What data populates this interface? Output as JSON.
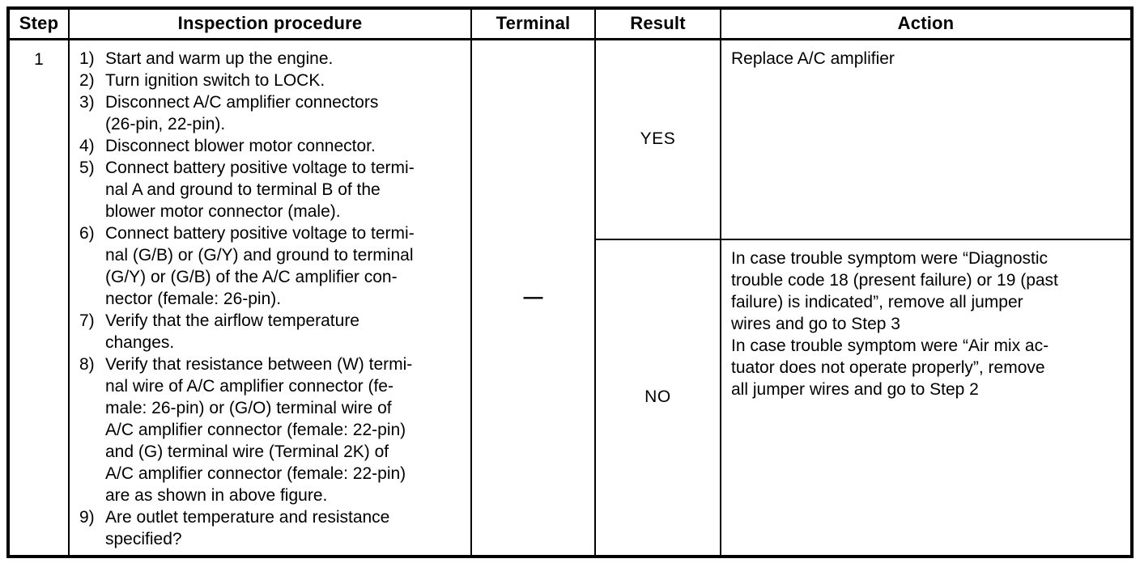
{
  "colors": {
    "ink": "#000000",
    "paper": "#ffffff"
  },
  "table": {
    "headers": [
      "Step",
      "Inspection procedure",
      "Terminal",
      "Result",
      "Action"
    ],
    "row": {
      "step": "1",
      "terminal": "—",
      "procedure": [
        {
          "num": "1)",
          "text": "Start and warm up the engine."
        },
        {
          "num": "2)",
          "text": "Turn ignition switch to LOCK."
        },
        {
          "num": "3)",
          "text": "Disconnect A/C amplifier connectors\n(26-pin, 22-pin)."
        },
        {
          "num": "4)",
          "text": "Disconnect blower motor connector."
        },
        {
          "num": "5)",
          "text": "Connect battery positive voltage to termi-\nnal A and ground to terminal B of the\nblower motor connector (male)."
        },
        {
          "num": "6)",
          "text": "Connect battery positive voltage to termi-\nnal (G/B) or (G/Y) and ground to terminal\n(G/Y) or (G/B) of the A/C amplifier con-\nnector (female: 26-pin)."
        },
        {
          "num": "7)",
          "text": "Verify that the airflow temperature\nchanges."
        },
        {
          "num": "8)",
          "text": "Verify that resistance between (W) termi-\nnal wire of A/C amplifier connector (fe-\nmale: 26-pin) or (G/O) terminal wire of\nA/C amplifier connector (female: 22-pin)\nand (G) terminal wire (Terminal 2K) of\nA/C amplifier connector (female: 22-pin)\nare as shown in above figure."
        },
        {
          "num": "9)",
          "text": "Are outlet temperature and resistance\nspecified?"
        }
      ],
      "results": [
        {
          "result": "YES",
          "action": "Replace A/C amplifier"
        },
        {
          "result": "NO",
          "action": "In case trouble symptom were “Diagnostic\ntrouble code 18 (present failure) or 19 (past\nfailure) is indicated”, remove all jumper\nwires and go to Step 3\nIn case trouble symptom were “Air mix ac-\ntuator does not operate properly”, remove\nall jumper wires and go to Step 2"
        }
      ]
    }
  }
}
